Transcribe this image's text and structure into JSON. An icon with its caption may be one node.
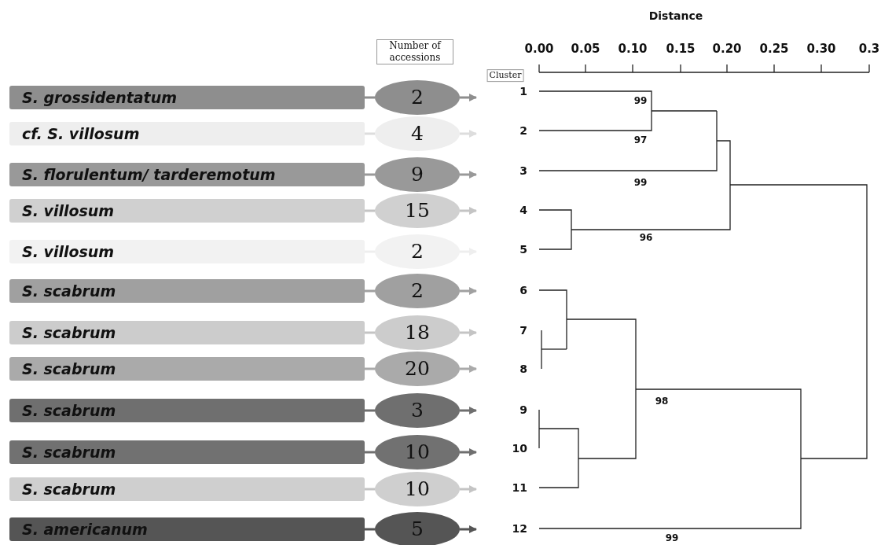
{
  "diagram": {
    "nodes": [
      {
        "text": [
          "S. grossidentatum"
        ]
      },
      {
        "text": [
          "2"
        ]
      },
      {
        "text": [
          "cf. S. villosum"
        ]
      },
      {
        "text": [
          "4"
        ]
      },
      {
        "text": [
          "S. florulentum/ tarderemotum"
        ]
      },
      {
        "text": [
          "9"
        ]
      },
      {
        "text": [
          "S. villosum"
        ]
      },
      {
        "text": [
          "15"
        ]
      },
      {
        "text": [
          "S. villosum"
        ]
      },
      {
        "text": [
          "2"
        ]
      },
      {
        "text": [
          "S. scabrum"
        ]
      },
      {
        "text": [
          "2"
        ]
      },
      {
        "text": [
          "S. scabrum"
        ]
      },
      {
        "text": [
          "18"
        ]
      },
      {
        "text": [
          "S. scabrum"
        ]
      },
      {
        "text": [
          "20"
        ]
      },
      {
        "text": [
          "S. scabrum"
        ]
      },
      {
        "text": [
          "3"
        ]
      },
      {
        "text": [
          "S. scabrum"
        ]
      },
      {
        "text": [
          "10"
        ]
      },
      {
        "text": [
          "S. scabrum"
        ]
      },
      {
        "text": [
          "10"
        ]
      },
      {
        "text": [
          "S. americanum"
        ]
      },
      {
        "text": [
          "5"
        ]
      }
    ],
    "edges": [
      {
        "from": 0,
        "to": 1,
        "arrow": "none",
        "color": "#8e8e8e"
      },
      {
        "from": 1,
        "to": null,
        "arrow": "to",
        "color": "#8e8e8e"
      },
      {
        "from": 2,
        "to": 3,
        "arrow": "none",
        "color": "#dddddd"
      },
      {
        "from": 3,
        "to": null,
        "arrow": "to",
        "color": "#dddddd"
      },
      {
        "from": 4,
        "to": 5,
        "arrow": "none",
        "color": "#999999"
      },
      {
        "from": 5,
        "to": null,
        "arrow": "to",
        "color": "#999999"
      },
      {
        "from": 6,
        "to": 7,
        "arrow": "none",
        "color": "#c4c4c4"
      },
      {
        "from": 7,
        "to": null,
        "arrow": "to",
        "color": "#c4c4c4"
      },
      {
        "from": 8,
        "to": 9,
        "arrow": "none",
        "color": "#eeeeee"
      },
      {
        "from": 9,
        "to": null,
        "arrow": "to",
        "color": "#eeeeee"
      },
      {
        "from": 10,
        "to": 11,
        "arrow": "none",
        "color": "#a0a0a0"
      },
      {
        "from": 11,
        "to": null,
        "arrow": "to",
        "color": "#a0a0a0"
      },
      {
        "from": 12,
        "to": 13,
        "arrow": "none",
        "color": "#c4c4c4"
      },
      {
        "from": 13,
        "to": null,
        "arrow": "to",
        "color": "#c4c4c4"
      },
      {
        "from": 14,
        "to": 15,
        "arrow": "none",
        "color": "#aaaaaa"
      },
      {
        "from": 15,
        "to": null,
        "arrow": "to",
        "color": "#aaaaaa"
      },
      {
        "from": 16,
        "to": 17,
        "arrow": "none",
        "color": "#6f6f6f"
      },
      {
        "from": 17,
        "to": null,
        "arrow": "to",
        "color": "#6f6f6f"
      },
      {
        "from": 18,
        "to": 19,
        "arrow": "none",
        "color": "#6f6f6f"
      },
      {
        "from": 19,
        "to": null,
        "arrow": "to",
        "color": "#6f6f6f"
      },
      {
        "from": 20,
        "to": 21,
        "arrow": "none",
        "color": "#c4c4c4"
      },
      {
        "from": 21,
        "to": null,
        "arrow": "to",
        "color": "#c4c4c4"
      },
      {
        "from": 22,
        "to": 23,
        "arrow": "none",
        "color": "#555555"
      },
      {
        "from": 23,
        "to": null,
        "arrow": "to",
        "color": "#555555"
      }
    ],
    "labels": [
      "Distance",
      "Number of accessions",
      "0.00",
      "0.05",
      "0.10",
      "0.15",
      "0.20",
      "0.25",
      "0.30",
      "0.3",
      "Cluster",
      "1",
      "99",
      "2",
      "97",
      "3",
      "99",
      "4",
      "96",
      "5",
      "6",
      "7",
      "8",
      "98",
      "9",
      "10",
      "11",
      "12",
      "99"
    ]
  }
}
